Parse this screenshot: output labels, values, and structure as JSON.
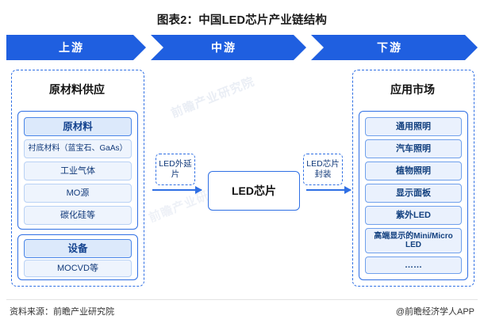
{
  "title": "图表2：中国LED芯片产业链结构",
  "band": {
    "upstream": "上游",
    "midstream": "中游",
    "downstream": "下游"
  },
  "upstream": {
    "title": "原材料供应",
    "raw_head": "原材料",
    "raw_items": [
      "衬底材料（蓝宝石、GaAs）",
      "工业气体",
      "MO源",
      "碳化硅等"
    ],
    "equip_head": "设备",
    "equip_items": [
      "MOCVD等"
    ]
  },
  "midstream": {
    "node": "LED芯片",
    "label_left": "LED外延片",
    "label_right": "LED芯片封装"
  },
  "downstream": {
    "title": "应用市场",
    "apps": [
      "通用照明",
      "汽车照明",
      "植物照明",
      "显示面板",
      "紫外LED",
      "高端显示的Mini/Micro LED",
      "……"
    ]
  },
  "footer": {
    "source": "资料来源：前瞻产业研究院",
    "brand": "@前瞻经济学人APP"
  },
  "watermarks": [
    "前瞻产业研究院",
    "前瞻产业研究院",
    "前瞻产业研究院"
  ],
  "colors": {
    "accent": "#1f5fe0",
    "pill_head_bg": "#dce9fb",
    "pill_sub_bg": "#eef4fd",
    "app_bg": "#eaf1fd"
  }
}
